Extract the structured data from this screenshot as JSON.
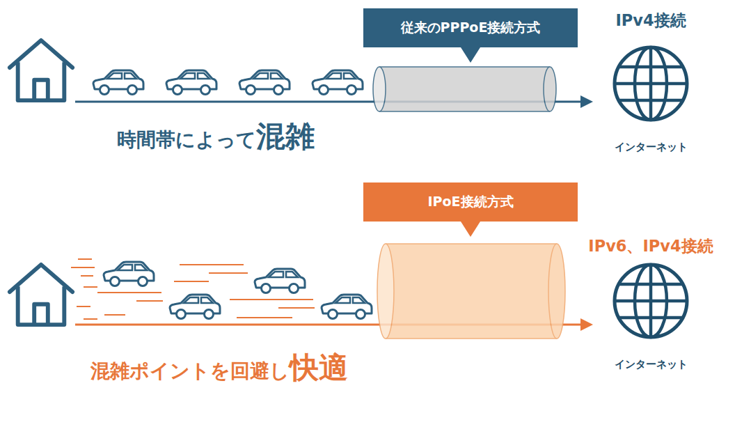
{
  "diagram": {
    "nodes": [
      {
        "text": [
          "従来のPPPoE接続方式"
        ]
      },
      {
        "text": [
          "IPv4接続",
          "インターネット"
        ]
      },
      {
        "text": [
          "IPoE接続方式"
        ]
      },
      {
        "text": [
          "IPv6、IPv4接続",
          "インターネット"
        ]
      }
    ],
    "labels": [
      "時間帯によって",
      "混雑",
      "混雑ポイントを回避し",
      "快適"
    ]
  }
}
